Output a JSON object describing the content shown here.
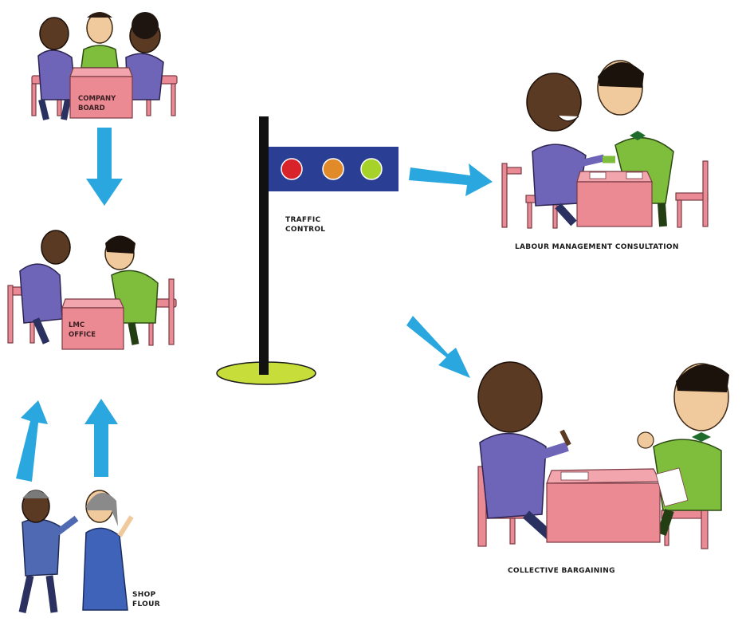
{
  "labels": {
    "company_board": [
      "COMPANY",
      "BOARD"
    ],
    "lmc_office": [
      "LMC",
      "OFFICE"
    ],
    "shop_flour": [
      "SHOP",
      "FLOUR"
    ],
    "traffic_control": [
      "TRAFFIC",
      "CONTROL"
    ],
    "labour_management": "LABOUR MANAGEMENT CONSULTATION",
    "collective_bargaining": "COLLECTIVE BARGAINING"
  },
  "traffic_lights": [
    "#d8232a",
    "#e08a2a",
    "#a6d22a"
  ],
  "colors": {
    "arrow": "#2aa7de",
    "flag": "#2a3f94",
    "pole": "#111111",
    "base": "#c7dd3a",
    "desk": "#ec8a94",
    "chair": "#e98a95",
    "shirt_purple": "#6e64b8",
    "shirt_green": "#7fbe3c",
    "skin_dark": "#5b3a24",
    "skin_light": "#f0c99c"
  }
}
